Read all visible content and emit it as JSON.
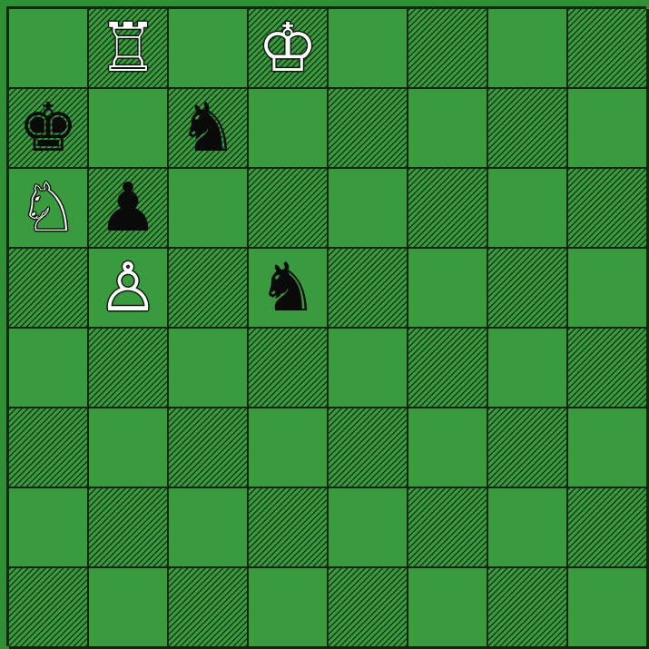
{
  "board": {
    "colors": {
      "light": "#3a9a3e",
      "dark_hatch": "#123814",
      "border": "#0b2a0d"
    },
    "ranks": [
      [
        "",
        "R",
        "",
        "K",
        "",
        "",
        "",
        ""
      ],
      [
        "k",
        "",
        "n",
        "",
        "",
        "",
        "",
        ""
      ],
      [
        "N",
        "p",
        "",
        "",
        "",
        "",
        "",
        ""
      ],
      [
        "",
        "P",
        "",
        "n",
        "",
        "",
        "",
        ""
      ],
      [
        "",
        "",
        "",
        "",
        "",
        "",
        "",
        ""
      ],
      [
        "",
        "",
        "",
        "",
        "",
        "",
        "",
        ""
      ],
      [
        "",
        "",
        "",
        "",
        "",
        "",
        "",
        ""
      ],
      [
        "",
        "",
        "",
        "",
        "",
        "",
        "",
        ""
      ]
    ],
    "glyphs": {
      "K": "♔",
      "Q": "♕",
      "R": "♖",
      "B": "♗",
      "N": "♘",
      "P": "♙",
      "k": "♚",
      "q": "♛",
      "r": "♜",
      "b": "♝",
      "n": "♞",
      "p": "♟"
    },
    "piece_names": {
      "K": "white-king-icon",
      "Q": "white-queen-icon",
      "R": "white-rook-icon",
      "B": "white-bishop-icon",
      "N": "white-knight-icon",
      "P": "white-pawn-icon",
      "k": "black-king-icon",
      "q": "black-queen-icon",
      "r": "black-rook-icon",
      "b": "black-bishop-icon",
      "n": "black-knight-icon",
      "p": "black-pawn-icon"
    }
  }
}
